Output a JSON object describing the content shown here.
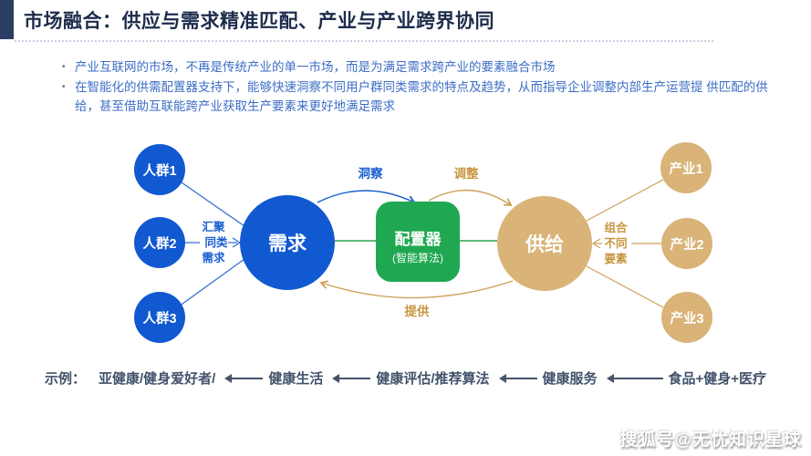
{
  "header": {
    "title": "市场融合：供应与需求精准匹配、产业与产业跨界协同"
  },
  "bullets": [
    "产业互联网的市场，不再是传统产业的单一市场，而是为满足需求跨产业的要素融合市场",
    "在智能化的供需配置器支持下，能够快速洞察不同用户群同类需求的特点及趋势，从而指导企业调整内部生产运营提 供匹配的供给，甚至借助互联能跨产业获取生产要素来更好地满足需求"
  ],
  "diagram": {
    "groups": [
      "人群1",
      "人群2",
      "人群3"
    ],
    "converge_label": [
      "汇聚",
      "同类",
      "需求"
    ],
    "demand_label": "需求",
    "configurator": {
      "title": "配置器",
      "subtitle": "(智能算法)"
    },
    "supply_label": "供给",
    "combine_label": [
      "组合",
      "不同",
      "要素"
    ],
    "industries": [
      "产业1",
      "产业2",
      "产业3"
    ],
    "flow_labels": {
      "insight": "洞察",
      "adjust": "调整",
      "provide": "提供"
    },
    "colors": {
      "node_blue": "#1159d0",
      "node_green": "#1fa851",
      "node_tan": "#d9b377",
      "blue_text": "#1a5fd0",
      "tan_text": "#c8953f",
      "green_line": "#2aa44f"
    }
  },
  "example": {
    "label": "示例：",
    "items": [
      "亚健康/健身爱好者/",
      "健康生活",
      "健康评估/推荐算法",
      "健康服务",
      "食品+健身+医疗"
    ]
  },
  "watermark": "搜狐号@无忧知识星球"
}
